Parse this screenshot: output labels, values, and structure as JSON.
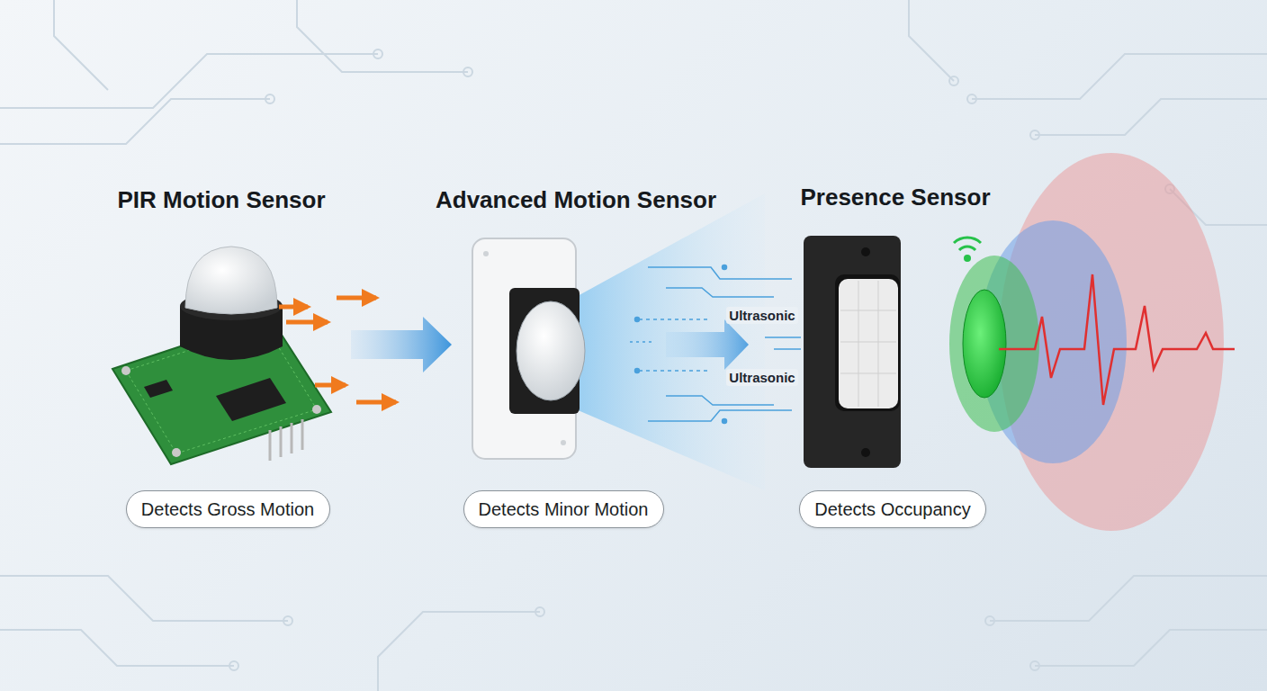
{
  "diagram": {
    "nodes": [
      {
        "text": [
          "Detects Gross Motion"
        ]
      },
      {
        "text": [
          "Detects Minor Motion"
        ]
      },
      {
        "text": [
          "Detects Occupancy"
        ]
      }
    ],
    "labels": [
      "PIR Motion Sensor",
      "Advanced Motion Sensor",
      "Presence Sensor",
      "Ultrasonic",
      "Ultrasonic"
    ]
  }
}
